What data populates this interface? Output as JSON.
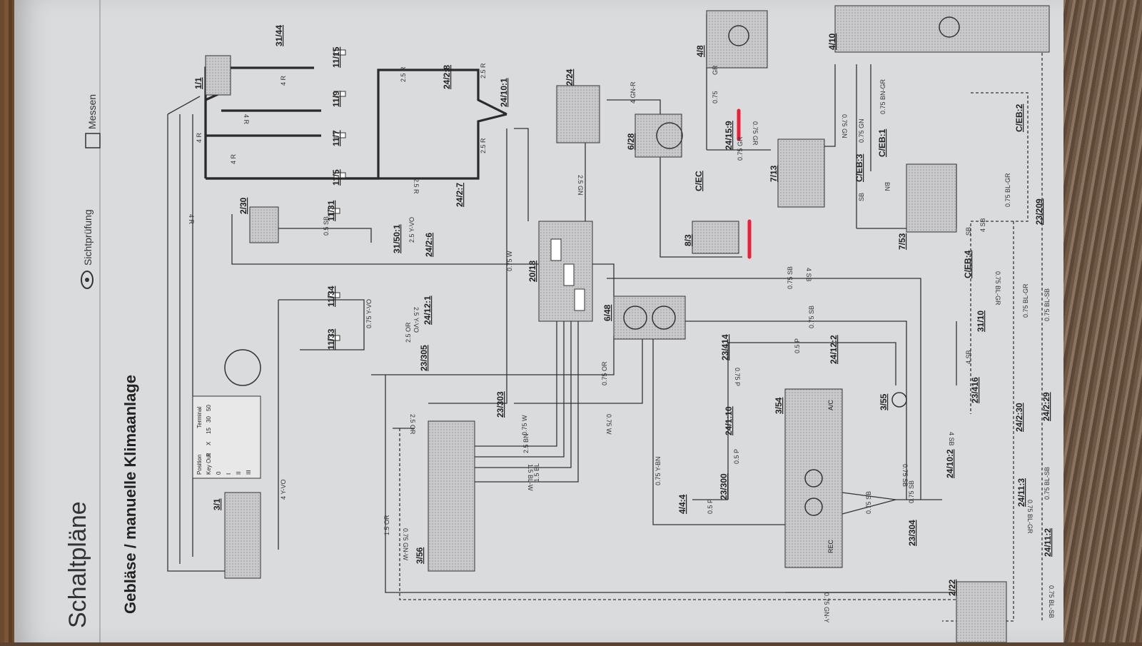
{
  "header": {
    "section_title": "Schaltpläne",
    "subtitle": "Gebläse / manuelle Klimaanlage",
    "tab_inspection": "Sichtprüfung",
    "tab_measure": "Messen"
  },
  "components": [
    {
      "id": "3/1"
    },
    {
      "id": "1/1"
    },
    {
      "id": "31/44"
    },
    {
      "id": "2/30"
    },
    {
      "id": "11/15"
    },
    {
      "id": "11/9"
    },
    {
      "id": "11/7"
    },
    {
      "id": "11/5"
    },
    {
      "id": "11/31"
    },
    {
      "id": "31/50:1"
    },
    {
      "id": "24/2:6"
    },
    {
      "id": "11/34"
    },
    {
      "id": "11/33"
    },
    {
      "id": "24/12:1"
    },
    {
      "id": "23/305"
    },
    {
      "id": "24/2:8"
    },
    {
      "id": "24/2:7"
    },
    {
      "id": "24/10:1"
    },
    {
      "id": "2/24"
    },
    {
      "id": "6/28"
    },
    {
      "id": "20/18"
    },
    {
      "id": "6/48"
    },
    {
      "id": "23/303"
    },
    {
      "id": "3/56"
    },
    {
      "id": "4/8"
    },
    {
      "id": "24/15:9"
    },
    {
      "id": "C/EC"
    },
    {
      "id": "8/3"
    },
    {
      "id": "7/13"
    },
    {
      "id": "4/10"
    },
    {
      "id": "C/EB:3"
    },
    {
      "id": "C/EB:1"
    },
    {
      "id": "C/EB:2"
    },
    {
      "id": "7/53"
    },
    {
      "id": "C/EB:4"
    },
    {
      "id": "23/209"
    },
    {
      "id": "31/10"
    },
    {
      "id": "23/414"
    },
    {
      "id": "24/12:2"
    },
    {
      "id": "24/1:10"
    },
    {
      "id": "3/54"
    },
    {
      "id": "3/55"
    },
    {
      "id": "23/416"
    },
    {
      "id": "23/300"
    },
    {
      "id": "4/4:4"
    },
    {
      "id": "24/10:2"
    },
    {
      "id": "23/304"
    },
    {
      "id": "24/2:30"
    },
    {
      "id": "24/2:29"
    },
    {
      "id": "24/11:3"
    },
    {
      "id": "24/11:2"
    },
    {
      "id": "2/22"
    }
  ],
  "wire_labels": [
    "4 R",
    "4 R",
    "4 R",
    "4 R",
    "4 R",
    "2.5 R",
    "2.5 R",
    "2.5 R",
    "2.5 R",
    "2.5 GN",
    "4 GN-R",
    "0.75 W",
    "0.75 W",
    "0.75 W",
    "2.5 BN",
    "1.5 BL-W",
    "1.5 BL",
    "2.5 OR",
    "2.5 OR",
    "0.75 OR",
    "1.5 OR",
    "0.75 GN-W",
    "4 Y-VO",
    "0.75 Y-VO",
    "2.5 Y-VO",
    "2.5 Y-VO",
    "0.5 SB",
    "4 SB",
    "0.75 SB",
    "0.75 SB",
    "0.75 SB",
    "0.75 SB",
    "4 SB",
    "4 SB",
    "4 SB",
    "0.75 GR",
    "0.75 GR",
    "0.75",
    "GR",
    "0.75 GN",
    "0.75 GN",
    "0.75 BN-GR",
    "BN",
    "SB",
    "SB",
    "0.75 BL-GR",
    "0.75 BL-GR",
    "0.75 BL-GR",
    "0.75 BL-GR",
    "0.75 BL-SB",
    "0.75 BL-SB",
    "0.75 BL-SB",
    "0.5 P",
    "0.5 P",
    "0.75 P",
    "0.5 P",
    "0.75 Y-BN",
    "0.75 GN-Y",
    "0.75 SB"
  ],
  "ignition_table": {
    "header": "Terminal",
    "position_label": "Position",
    "rows": [
      "Key Out",
      "0",
      "I",
      "II",
      "III"
    ],
    "columns": [
      "R",
      "X",
      "15",
      "30",
      "50"
    ]
  },
  "switch_labels": {
    "ac": "A/C",
    "rec": "REC"
  },
  "annotation_color": "#e8203a",
  "wire_color": "#2b2b2b"
}
